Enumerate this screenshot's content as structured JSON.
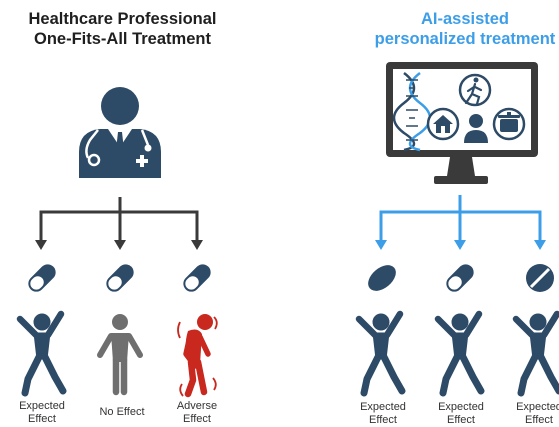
{
  "left_panel": {
    "title_line1": "Healthcare Professional",
    "title_line2": "One-Fits-All Treatment",
    "outcomes": [
      "Expected\nEffect",
      "No Effect",
      "Adverse\nEffect"
    ]
  },
  "right_panel": {
    "title_line1": "AI-assisted",
    "title_line2": "personalized treatment",
    "outcomes": [
      "Expected\nEffect",
      "Expected\nEffect",
      "Expected\nEffect"
    ]
  },
  "colors": {
    "navy": "#2d4a66",
    "blue_accent": "#3d9ee8",
    "gray_figure": "#6f6f6f",
    "adverse_red": "#c8281e",
    "arrow_dark": "#3a3a3a"
  },
  "icons": [
    "doctor-icon",
    "capsule-icon",
    "person-celebrating-icon",
    "person-neutral-icon",
    "person-sick-icon",
    "monitor-icon",
    "dna-icon",
    "running-icon",
    "house-icon",
    "patient-icon",
    "pot-icon",
    "oval-pill-icon",
    "round-pill-icon"
  ]
}
